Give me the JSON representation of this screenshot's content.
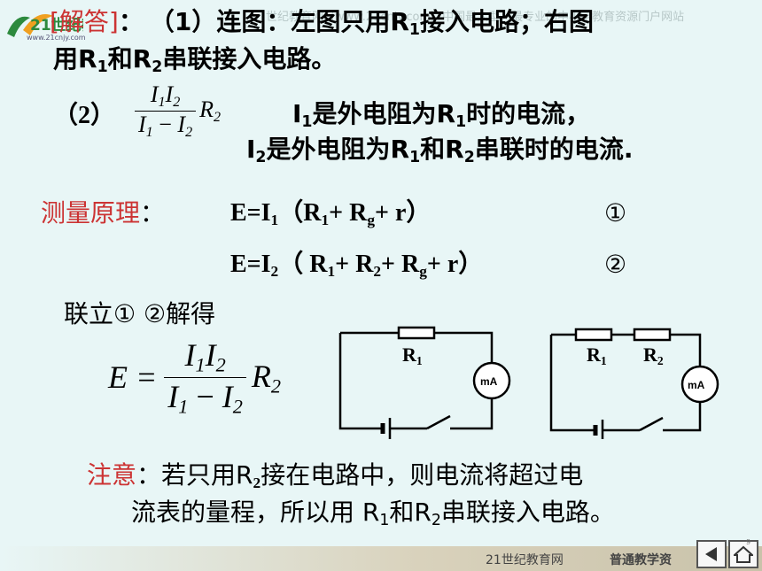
{
  "header": {
    "logo_text": "21世纪教育网",
    "logo_url": "www.21cnjy.com",
    "watermark": "世纪教育网（www.21cnjy.com）中国最大型、最专业的中小学教育资源门户网站",
    "tag": "[解答]",
    "colon": "：",
    "step1": "（1）连图：左图只用R",
    "step1_sub": "1",
    "step1_tail": "接入电路；右图"
  },
  "line2": {
    "t1": "用R",
    "s1": "1",
    "t2": "和R",
    "s2": "2",
    "t3": "串联接入电路。"
  },
  "part2": {
    "label": "（2）",
    "frac_num_a": "I",
    "frac_num_a_sub": "1",
    "frac_num_b": "I",
    "frac_num_b_sub": "2",
    "frac_den_a": "I",
    "frac_den_a_sub": "1",
    "frac_den_op": " − ",
    "frac_den_b": "I",
    "frac_den_b_sub": "2",
    "frac_r": "R",
    "frac_r_sub": "2",
    "i1_a": "I",
    "i1_s": "1",
    "i1_b": "是外电阻为R",
    "i1_s2": "1",
    "i1_c": "时的电流，",
    "i2_a": "I",
    "i2_s": "2",
    "i2_b": "是外电阻为R",
    "i2_s2": "1",
    "i2_c": "和R",
    "i2_s3": "2",
    "i2_d": "串联时的电流."
  },
  "principle": {
    "label": "测量原理",
    "colon": "：",
    "eq1": {
      "a": "E=I",
      "s1": "1",
      "b": "（R",
      "s2": "1",
      "c": "+ R",
      "s3": "g",
      "d": "+ r）",
      "num": "①"
    },
    "eq2": {
      "a": "E=I",
      "s1": "2",
      "b": "（ R",
      "s2": "1",
      "c": "+ R",
      "s3": "2",
      "d": "+ R",
      "s4": "g",
      "e": "+ r）",
      "num": "②"
    }
  },
  "solve": {
    "label": "联立① ②解得",
    "lhs": "E =",
    "num_a": "I",
    "num_a_sub": "1",
    "num_b": "I",
    "num_b_sub": "2",
    "den_a": "I",
    "den_a_sub": "1",
    "den_op": " − ",
    "den_b": "I",
    "den_b_sub": "2",
    "r": "R",
    "r_sub": "2"
  },
  "circuits": {
    "left": {
      "r1": "R",
      "r1_sub": "1",
      "meter": "mA"
    },
    "right": {
      "r1": "R",
      "r1_sub": "1",
      "r2": "R",
      "r2_sub": "2",
      "meter": "mA"
    }
  },
  "note": {
    "label": "注意",
    "colon": "：",
    "l1a": "若只用R",
    "l1s": "2",
    "l1b": "接在电路中，则电流将超过电",
    "l2a": "流表的量程，所以用 R",
    "l2s": "1",
    "l2b": "和R",
    "l2s2": "2",
    "l2c": "串联接入电路。"
  },
  "footer": {
    "site": "21世纪教育网",
    "section": "普通教学资",
    "page_num": "9"
  },
  "colors": {
    "bg": "#e8f6f6",
    "accent": "#cc3333",
    "footer": "#c9c2aa"
  }
}
